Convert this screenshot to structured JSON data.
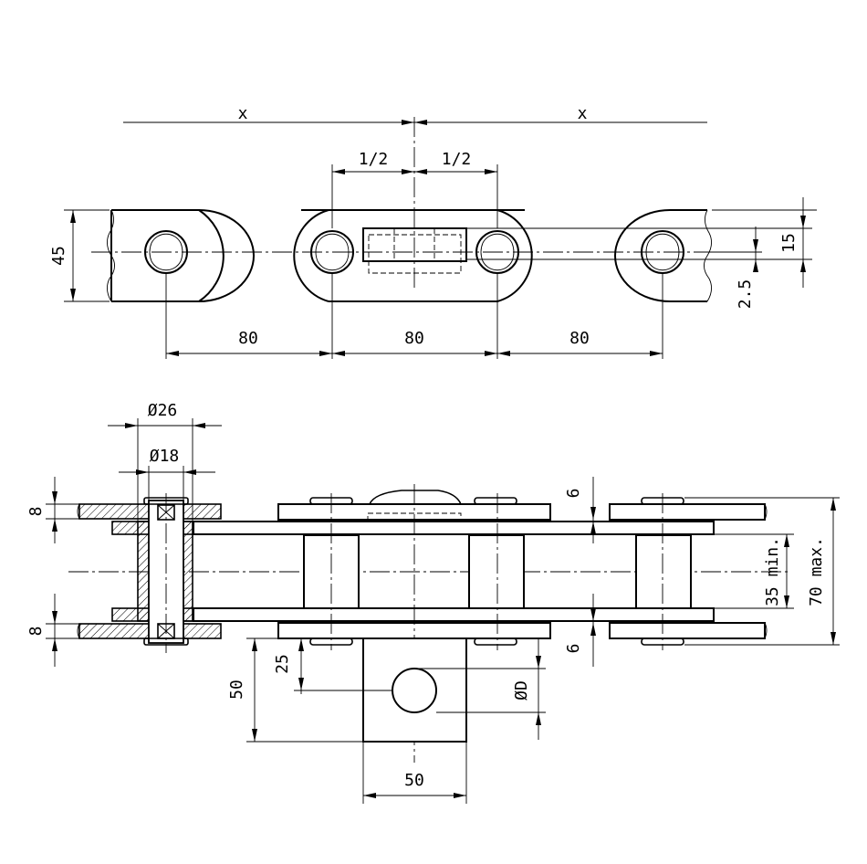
{
  "top_view": {
    "pitch_half_left": "x",
    "pitch_half_right": "x",
    "half_left": "1/2",
    "half_right": "1/2",
    "height": "45",
    "pitch_1": "80",
    "pitch_2": "80",
    "pitch_3": "80",
    "attachment_height": "15",
    "offset": "2.5"
  },
  "side_view": {
    "bush_diameter": "Ø26",
    "pin_diameter": "Ø18",
    "plate_top": "8",
    "plate_bottom": "8",
    "gap_top": "6",
    "gap_bottom": "6",
    "inner_width": "35 min.",
    "total_width": "70 max.",
    "tab_height": "50",
    "hole_offset": "25",
    "hole_diameter": "ØD",
    "tab_width": "50"
  },
  "colors": {
    "line": "#000000",
    "background": "#ffffff"
  }
}
